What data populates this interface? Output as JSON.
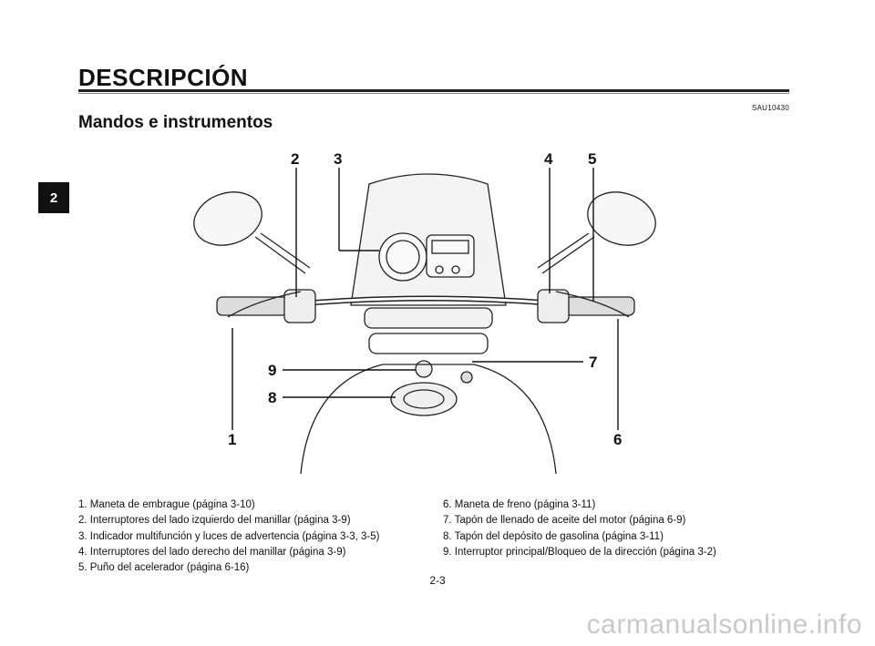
{
  "section_title": "DESCRIPCIÓN",
  "section_code": "SAU10430",
  "subtitle": "Mandos e instrumentos",
  "chapter_tab": "2",
  "callouts": [
    "1",
    "2",
    "3",
    "4",
    "5",
    "6",
    "7",
    "8",
    "9"
  ],
  "legend_left": [
    "1.  Maneta de embrague (página 3-10)",
    "2.  Interruptores del lado izquierdo del manillar (página 3-9)",
    "3.  Indicador multifunción y luces de advertencia (página 3-3, 3-5)",
    "4.  Interruptores del lado derecho del manillar (página 3-9)",
    "5.  Puño del acelerador (página 6-16)"
  ],
  "legend_right": [
    "6.  Maneta de freno (página 3-11)",
    "7.  Tapón de llenado de aceite del motor (página 6-9)",
    "8.  Tapón del depósito de gasolina (página 3-11)",
    "9.  Interruptor principal/Bloqueo de la dirección (página 3-2)"
  ],
  "page_number": "2-3",
  "watermark": "carmanualsonline.info"
}
